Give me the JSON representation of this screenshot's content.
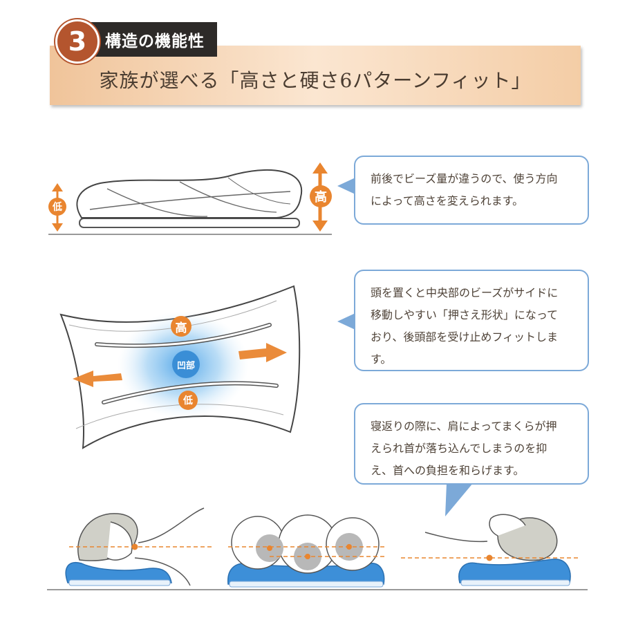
{
  "header": {
    "number": "3",
    "section_label": "構造の機能性",
    "title": "家族が選べる「高さと硬さ6パターンフィット」"
  },
  "callouts": {
    "height": {
      "lines": [
        "前後でビーズ量が違うので、使う方向",
        "によって高さを変えられます。"
      ]
    },
    "press": {
      "lines": [
        "頭を置くと中央部のビーズがサイドに",
        "移動しやすい「押さえ形状」になって",
        "おり、後頭部を受け止めフィットしま",
        "す。"
      ]
    },
    "rolling": {
      "lines": [
        "寝返りの際に、肩によってまくらが押",
        "えられ首が落ち込んでしまうのを抑",
        "え、首への負担を和らげます。"
      ]
    }
  },
  "labels": {
    "low": "低",
    "high": "高",
    "center": "凹部"
  },
  "colors": {
    "accent_orange": "#e9852f",
    "callout_border": "#7ca9d8",
    "badge_red": "#b4552e",
    "pillow_blue": "#3d8fd8"
  }
}
